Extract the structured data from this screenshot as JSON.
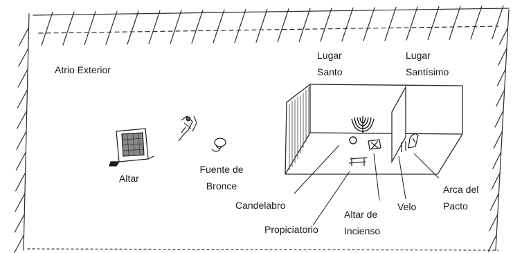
{
  "labels": {
    "outer_court": "Atrio Exterior",
    "holy_place": [
      "Lugar",
      "Santo"
    ],
    "holy_of_holies": [
      "Lugar",
      "Santísimo"
    ],
    "altar": "Altar",
    "bronze_laver": [
      "Fuente de",
      "Bronce"
    ],
    "lampstand": "Candelabro",
    "mercy_seat": "Propiciatorio",
    "incense_altar": [
      "Altar de",
      "Incienso"
    ],
    "veil": "Velo",
    "ark": [
      "Arca del",
      "Pacto"
    ]
  },
  "colors": {
    "ink": "#1a1a1a",
    "sketch": "#2b2b2b",
    "shading": "#555555",
    "background": "#ffffff"
  }
}
